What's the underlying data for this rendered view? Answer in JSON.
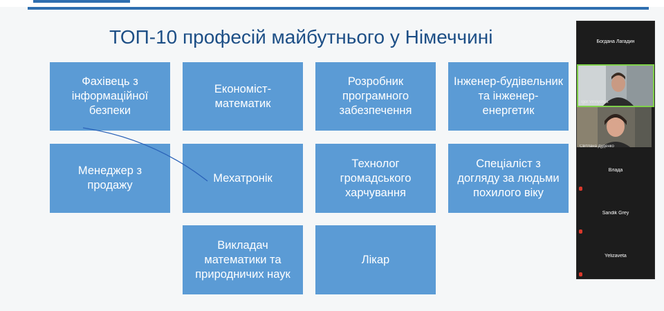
{
  "slide": {
    "title": "ТОП-10 професій майбутнього у Німеччині",
    "tiles": [
      "Фахівець з інформаційної безпеки",
      "Економіст-математик",
      "Розробник програмного забезпечення",
      "Інженер-будівельник та інженер-енергетик",
      "Менеджер з продажу",
      "Мехатронік",
      "Технолог громадського харчування",
      "Спеціаліст з догляду за людьми похилого віку",
      "Викладач математики та природничих наук",
      "Лікар"
    ],
    "colors": {
      "tile": "#5b9bd5",
      "title": "#1d4f86",
      "accent_line": "#2f6fb0"
    }
  },
  "video_panel": {
    "participants": [
      {
        "name": "Богдана Лагадин",
        "video": false
      },
      {
        "name": "Igor Vinnychuk",
        "video": true,
        "active": true
      },
      {
        "name": "Світлана Дуденко",
        "video": true
      },
      {
        "name": "Влада",
        "video": false
      },
      {
        "name": "Sandik Grey",
        "video": false
      },
      {
        "name": "Yelizaveta",
        "video": false
      }
    ],
    "colors": {
      "active_border": "#7fd14a",
      "mic_muted": "#d9382b"
    }
  }
}
